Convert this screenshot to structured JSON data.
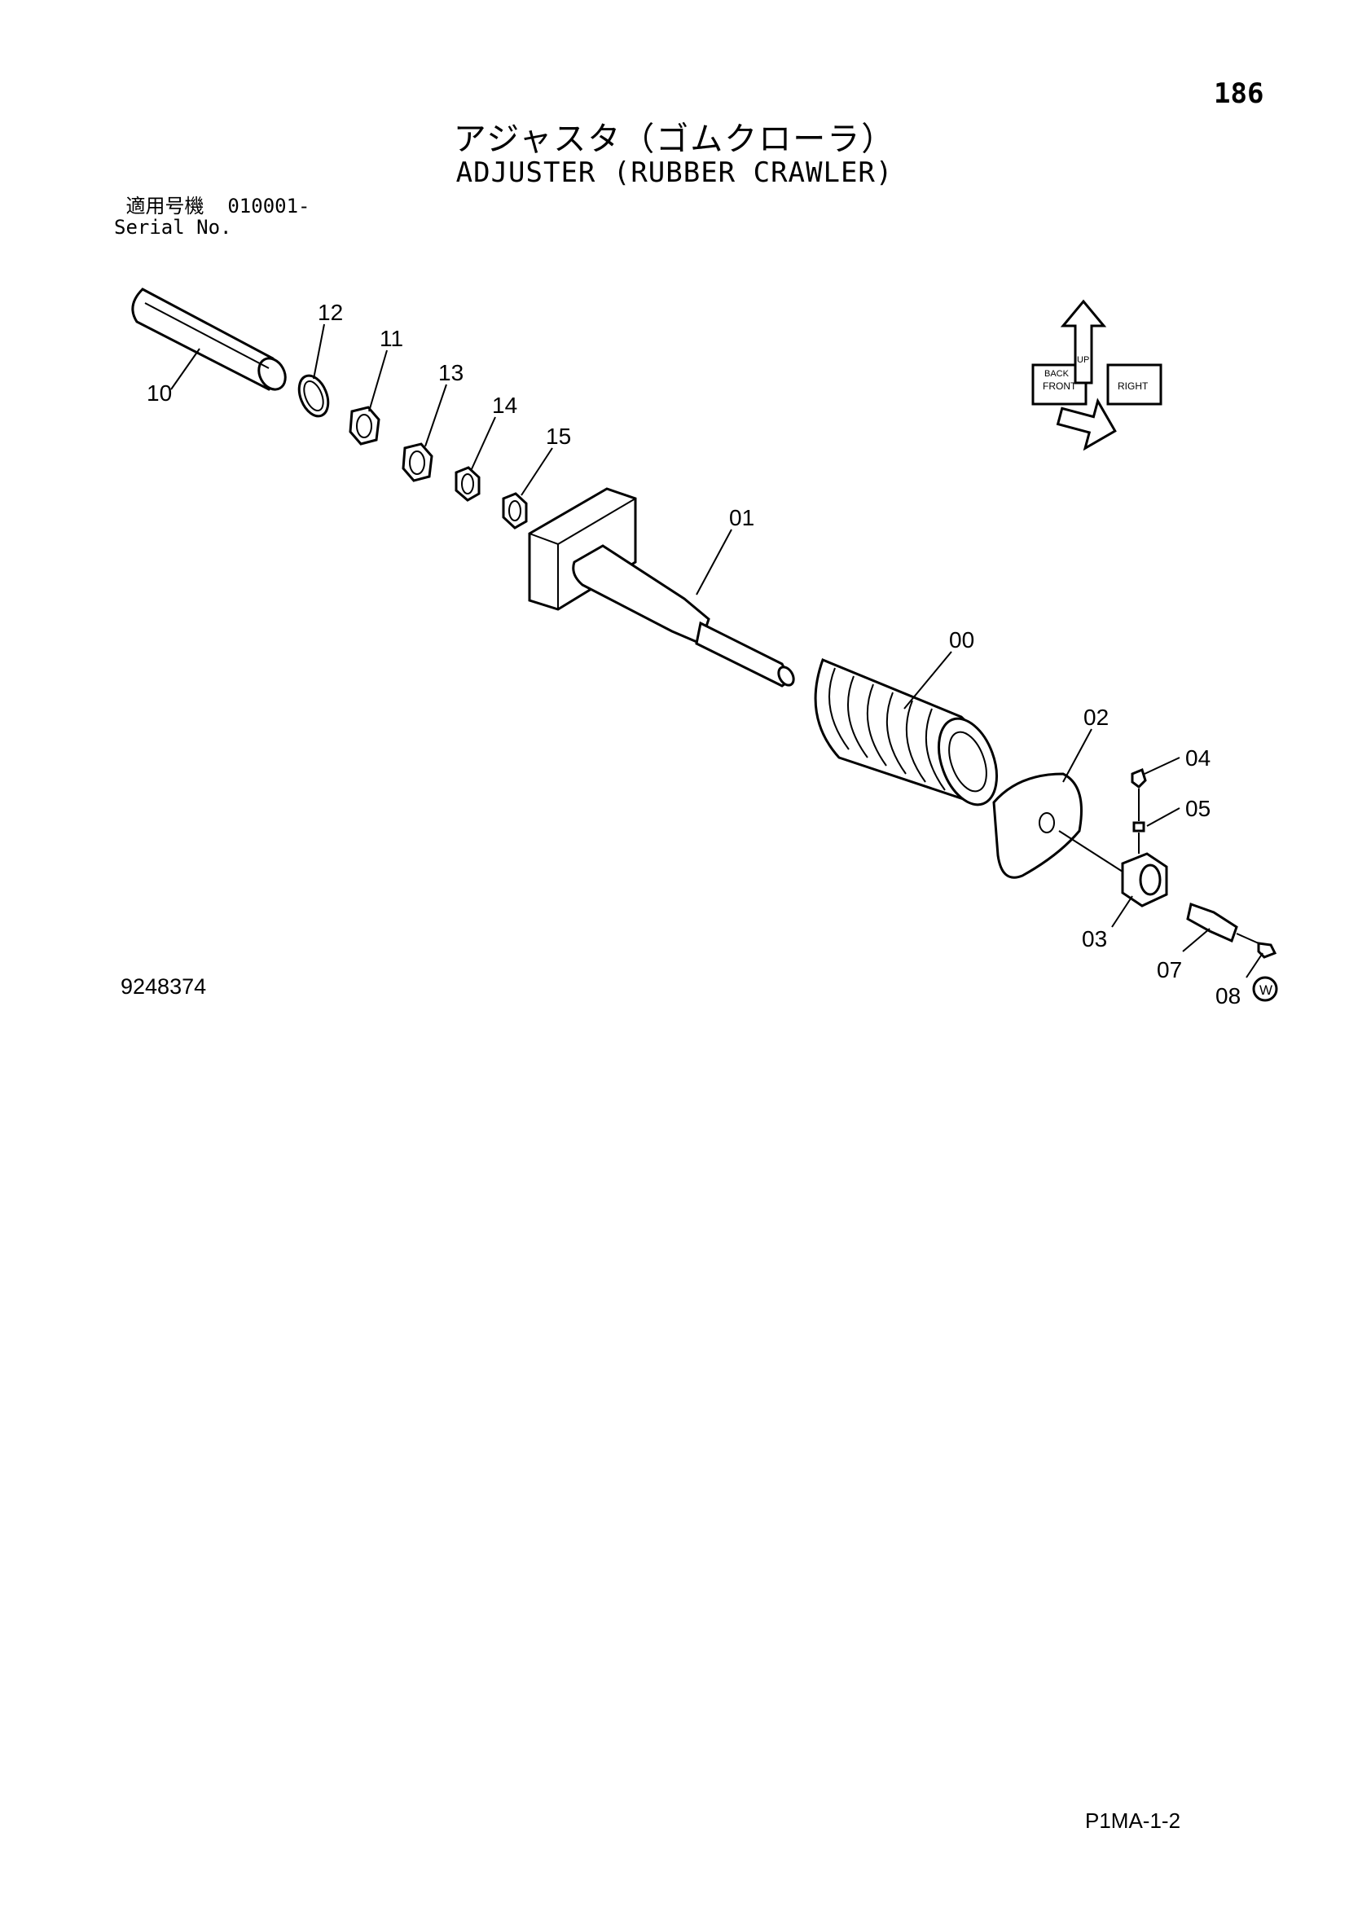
{
  "header": {
    "page_number": "186",
    "title_jp": "アジャスタ（ゴムクローラ）",
    "title_en": "ADJUSTER (RUBBER CRAWLER)",
    "serial_label_jp": "適用号機",
    "serial_value": "010001-",
    "serial_label_en": "Serial No."
  },
  "diagram": {
    "callouts": {
      "p00": "00",
      "p01": "01",
      "p02": "02",
      "p03": "03",
      "p04": "04",
      "p05": "05",
      "p07": "07",
      "p08": "08",
      "p10": "10",
      "p11": "11",
      "p12": "12",
      "p13": "13",
      "p14": "14",
      "p15": "15"
    },
    "lube_symbol": "W",
    "direction_labels": {
      "front": "FRONT",
      "right": "RIGHT",
      "up": "UP",
      "back": "BACK"
    }
  },
  "footer": {
    "drawing_number": "9248374",
    "page_code": "P1MA-1-2"
  }
}
